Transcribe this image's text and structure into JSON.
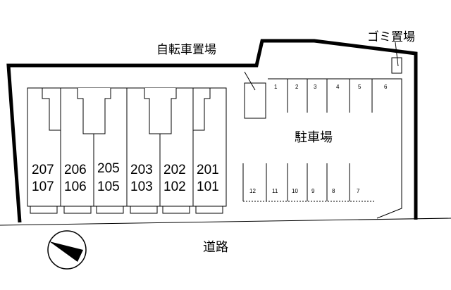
{
  "labels": {
    "bicycle_parking": "自転車置場",
    "garbage_area": "ゴミ置場",
    "parking_lot": "駐車場",
    "road": "道路"
  },
  "units": [
    {
      "upper": "207",
      "lower": "107"
    },
    {
      "upper": "206",
      "lower": "106"
    },
    {
      "upper": "205",
      "lower": "105"
    },
    {
      "upper": "203",
      "lower": "103"
    },
    {
      "upper": "202",
      "lower": "102"
    },
    {
      "upper": "201",
      "lower": "101"
    }
  ],
  "parking_top": [
    "1",
    "2",
    "3",
    "4",
    "5",
    "6"
  ],
  "parking_bottom": [
    "12",
    "11",
    "10",
    "9",
    "8",
    "7"
  ],
  "icons": {
    "north_arrow": "compass-arrow-icon"
  }
}
